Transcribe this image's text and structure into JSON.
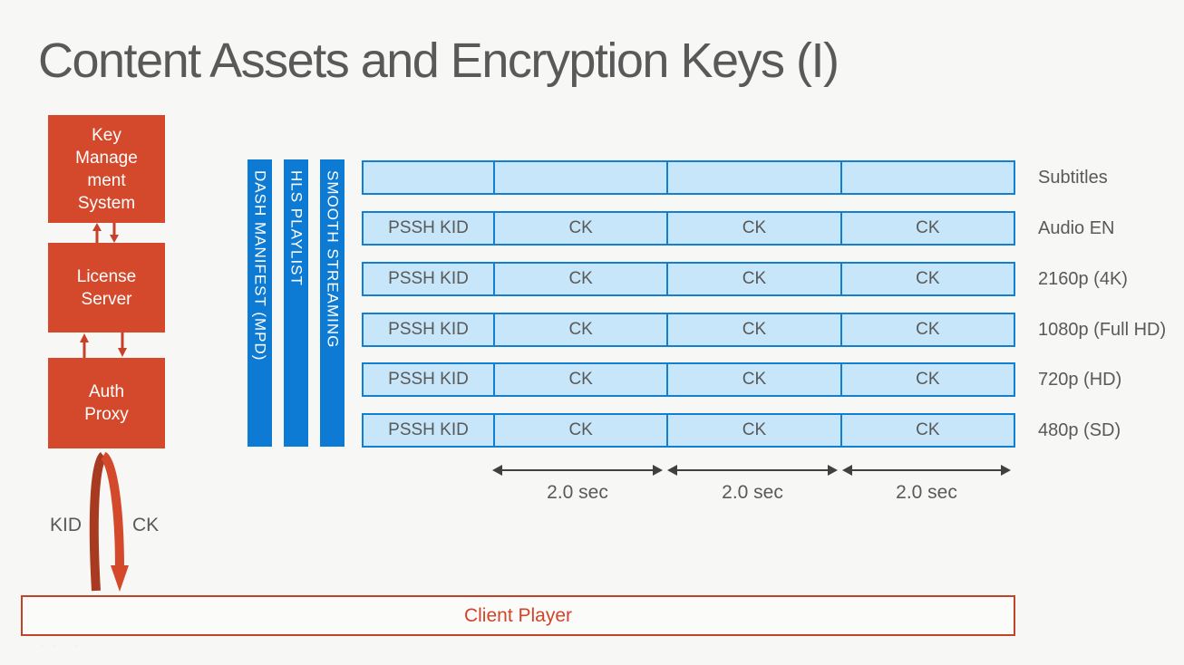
{
  "slide": {
    "title": "Content Assets and Encryption Keys (I)",
    "background": "#F7F7F6"
  },
  "colors": {
    "accent_red": "#D4492B",
    "accent_red_dark": "#A93A22",
    "accent_blue": "#0D7BD4",
    "cell_fill": "#C7E6FA",
    "cell_border": "#1180D2",
    "text_gray": "#595959",
    "client_border_red": "#C14328"
  },
  "key_flow": {
    "boxes": [
      {
        "id": "key-management-system",
        "lines": [
          "Key",
          "Manage",
          "ment",
          "System"
        ]
      },
      {
        "id": "license-server",
        "lines": [
          "License",
          "Server"
        ]
      },
      {
        "id": "auth-proxy",
        "lines": [
          "Auth",
          "Proxy"
        ]
      }
    ],
    "kid_label": "KID",
    "ck_label": "CK"
  },
  "client_player": {
    "label": "Client Player"
  },
  "manifest_bars": [
    {
      "label": "DASH MANIFEST (MPD)"
    },
    {
      "label": "HLS PLAYLIST"
    },
    {
      "label": "SMOOTH STREAMING"
    }
  ],
  "grid": {
    "rows": [
      {
        "label": "Subtitles",
        "cells": [
          "",
          "",
          "",
          ""
        ]
      },
      {
        "label": "Audio EN",
        "cells": [
          "PSSH KID",
          "CK",
          "CK",
          "CK"
        ]
      },
      {
        "label": "2160p (4K)",
        "cells": [
          "PSSH KID",
          "CK",
          "CK",
          "CK"
        ]
      },
      {
        "label": "1080p (Full HD)",
        "cells": [
          "PSSH KID",
          "CK",
          "CK",
          "CK"
        ]
      },
      {
        "label": "720p (HD)",
        "cells": [
          "PSSH KID",
          "CK",
          "CK",
          "CK"
        ]
      },
      {
        "label": "480p (SD)",
        "cells": [
          "PSSH KID",
          "CK",
          "CK",
          "CK"
        ]
      }
    ]
  },
  "timeline": {
    "segments": [
      {
        "label": "2.0 sec"
      },
      {
        "label": "2.0 sec"
      },
      {
        "label": "2.0 sec"
      }
    ]
  },
  "footer": {
    "marks": "· · ·  ·"
  }
}
